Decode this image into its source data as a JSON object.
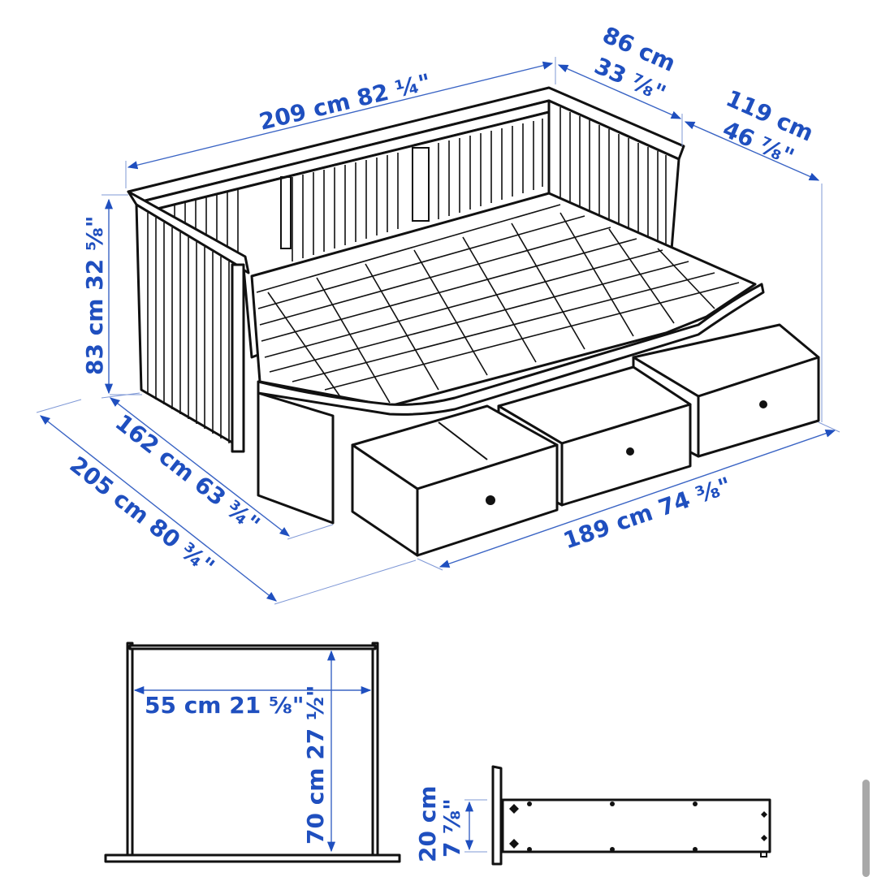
{
  "diagram": {
    "subject": "daybed with three drawers",
    "colors": {
      "dimension_text": "#1f4fbf",
      "dimension_line": "#3a64c4",
      "outline": "#111111",
      "background": "#ffffff"
    },
    "dimensions": {
      "overall_length": {
        "cm": "209 cm",
        "in": "82 ¼\""
      },
      "depth": {
        "cm": "86 cm",
        "in": "33 ⅞\""
      },
      "extended_depth_right": {
        "cm": "119 cm",
        "in": "46 ⅞\""
      },
      "height": {
        "cm": "83 cm",
        "in": "32 ⅝\""
      },
      "extended_width": {
        "cm": "162 cm",
        "in": "63 ¾\""
      },
      "overall_extended_length": {
        "cm": "205 cm",
        "in": "80 ¾\""
      },
      "drawer_span": {
        "cm": "189 cm",
        "in": "74 ⅜\""
      },
      "drawer_inner_width": {
        "cm": "55 cm",
        "in": "21 ⅝\""
      },
      "drawer_inner_depth": {
        "cm": "70 cm",
        "in": "27 ½\""
      },
      "drawer_height": {
        "cm": "20 cm",
        "in": "7 ⅞\""
      }
    },
    "labels": {
      "top_length": "209 cm 82 ¼\"",
      "side_depth_cm": "86 cm",
      "side_depth_in": "33 ⅞\"",
      "right_depth_cm": "119 cm",
      "right_depth_in": "46 ⅞\"",
      "height": "83 cm 32 ⅝\"",
      "width_162": "162 cm 63 ¾\"",
      "width_205": "205 cm 80 ¾\"",
      "drawer_span": "189 cm 74 ⅜\"",
      "drawer_width": "55 cm 21 ⅝\"",
      "drawer_depth": "70 cm 27 ½\"",
      "drawer_height_cm": "20 cm",
      "drawer_height_in": "7 ⅞\""
    }
  }
}
